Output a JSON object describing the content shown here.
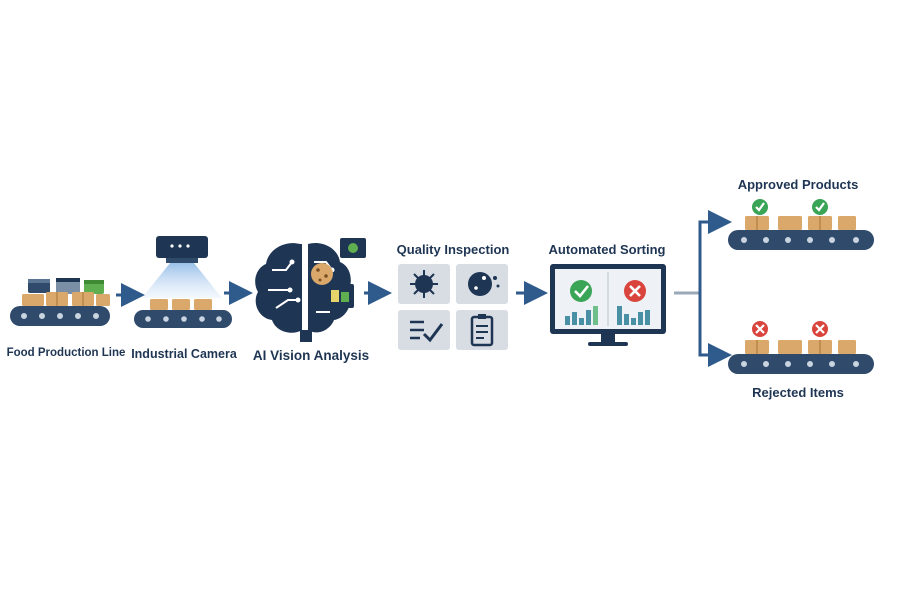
{
  "stages": {
    "food_line": {
      "label": "Food Production Line"
    },
    "camera": {
      "label": "Industrial Camera"
    },
    "ai_vision": {
      "label": "AI Vision Analysis"
    },
    "quality": {
      "label": "Quality Inspection"
    },
    "sorting": {
      "label": "Automated Sorting"
    },
    "approved": {
      "label": "Approved Products"
    },
    "rejected": {
      "label": "Rejected Items"
    }
  },
  "icons": {
    "food_line": "conveyor-belt-icon",
    "camera": "industrial-camera-icon",
    "ai_vision": "brain-icon",
    "quality_tiles": [
      "bacteria-icon",
      "cookie-defect-icon",
      "checklist-icon",
      "clipboard-icon"
    ],
    "sorting": "monitor-icon",
    "approved_mark": "check-icon",
    "rejected_mark": "cross-icon"
  },
  "colors": {
    "navy": "#1e3553",
    "belt": "#2f4a6b",
    "box": "#d9a86a",
    "approve": "#3aa457",
    "reject": "#d9443d",
    "arrow": "#2e5a8c",
    "tile": "#d8dde4",
    "screen": "#eef2f6",
    "beam": "#8fb9e6",
    "green_accent": "#5fae4f"
  }
}
